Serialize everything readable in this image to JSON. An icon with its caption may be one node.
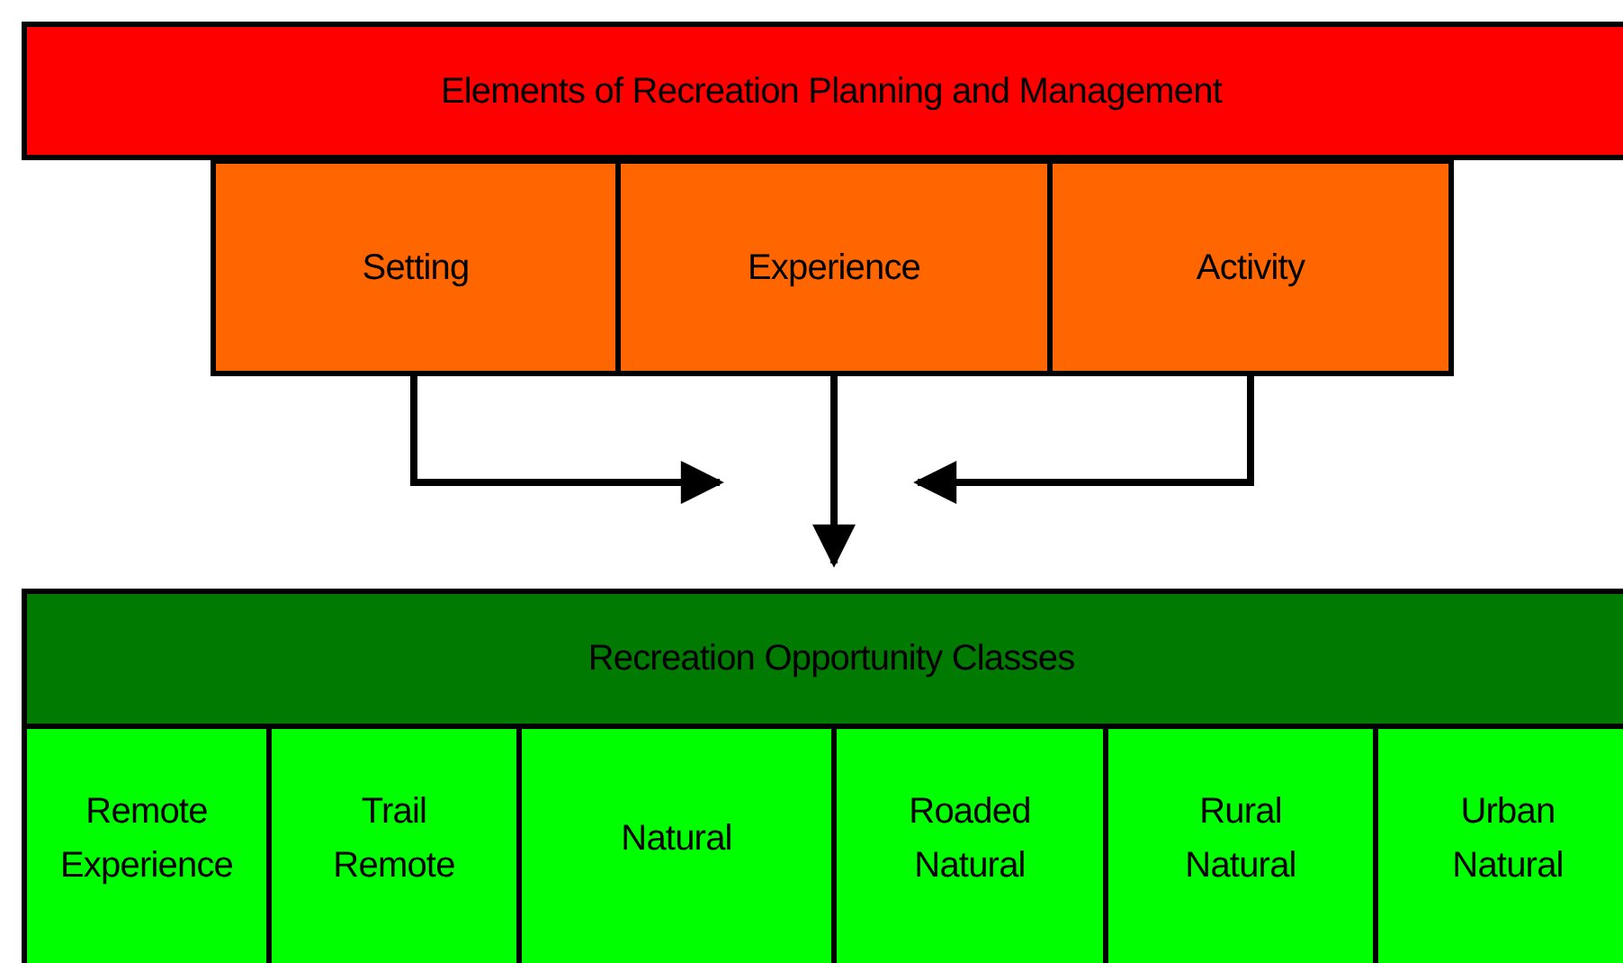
{
  "diagram": {
    "nodes": [
      {
        "text": [
          "Elements of Recreation Planning and Management"
        ]
      },
      {
        "text": [
          "Setting"
        ]
      },
      {
        "text": [
          "Experience"
        ]
      },
      {
        "text": [
          "Activity"
        ]
      },
      {
        "text": [
          "Recreation Opportunity Classes"
        ]
      },
      {
        "text": [
          "Remote Experience"
        ]
      },
      {
        "text": [
          "Trail Remote"
        ]
      },
      {
        "text": [
          "Natural"
        ]
      },
      {
        "text": [
          "Roaded Natural"
        ]
      },
      {
        "text": [
          "Rural Natural"
        ]
      },
      {
        "text": [
          "Urban Natural"
        ]
      }
    ],
    "edges": [
      {
        "from": 1,
        "to": null,
        "arrow": "to"
      },
      {
        "from": 2,
        "to": 4,
        "arrow": "to"
      },
      {
        "from": 3,
        "to": null,
        "arrow": "to"
      }
    ]
  }
}
